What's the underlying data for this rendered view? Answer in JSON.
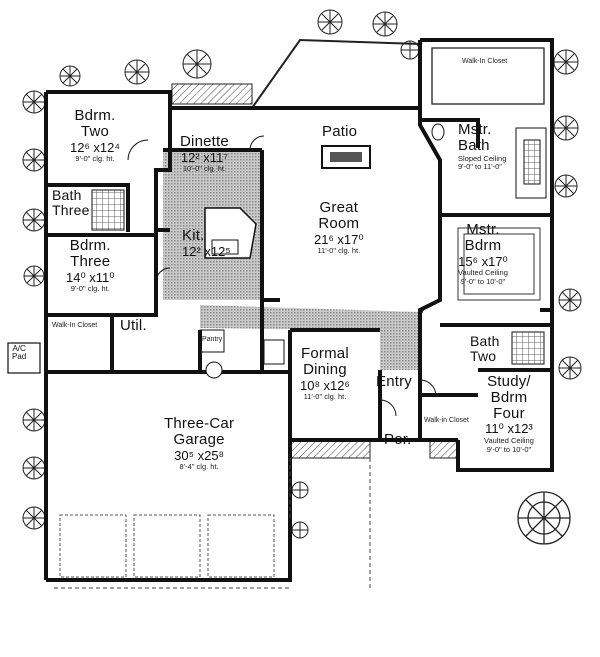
{
  "rooms": {
    "bdrm_two": {
      "name1": "Bdrm.",
      "name2": "Two",
      "dims": "12⁶ x12⁴",
      "ceiling": "9'-0\" clg. ht."
    },
    "dinette": {
      "name": "Dinette",
      "dims": "12² x11⁷",
      "ceiling": "10'-0\" clg. ht."
    },
    "patio": {
      "name": "Patio"
    },
    "walk_in_closet_master": {
      "name": "Walk-In Closet"
    },
    "mstr_bath": {
      "name1": "Mstr.",
      "name2": "Bath",
      "ceiling1": "Sloped Ceiling",
      "ceiling2": "9'-0\" to 11'-0\""
    },
    "bath_three": {
      "name1": "Bath",
      "name2": "Three"
    },
    "great_room": {
      "name1": "Great",
      "name2": "Room",
      "dims": "21⁶ x17⁰",
      "ceiling": "11'-0\" clg. ht."
    },
    "kit": {
      "name": "Kit.",
      "dims": "12² x12⁵"
    },
    "bdrm_three": {
      "name1": "Bdrm.",
      "name2": "Three",
      "dims": "14⁰ x11⁰",
      "ceiling": "9'-0\" clg. ht."
    },
    "mstr_bdrm": {
      "name1": "Mstr.",
      "name2": "Bdrm",
      "dims": "15⁶ x17⁰",
      "ceiling1": "Vaulted Ceiling",
      "ceiling2": "9'-0\" to 10'-0\""
    },
    "walk_in_closet_left": {
      "name": "Walk-In Closet"
    },
    "util": {
      "name": "Util."
    },
    "pantry": {
      "name": "Pantry"
    },
    "ac_pad": {
      "name1": "A/C",
      "name2": "Pad"
    },
    "formal_dining": {
      "name1": "Formal",
      "name2": "Dining",
      "dims": "10⁸ x12⁶",
      "ceiling": "11'-0\" clg. ht."
    },
    "bath_two": {
      "name1": "Bath",
      "name2": "Two"
    },
    "entry": {
      "name": "Entry"
    },
    "study": {
      "name1": "Study/",
      "name2": "Bdrm",
      "name3": "Four",
      "dims": "11⁰ x12³",
      "ceiling1": "Vaulted Ceiling",
      "ceiling2": "9'-0\" to 10'-0\""
    },
    "garage": {
      "name1": "Three-Car",
      "name2": "Garage",
      "dims": "30⁵ x25⁸",
      "ceiling": "8'-4\" clg. ht."
    },
    "walk_in_closet_study": {
      "name": "Walk-in Closet"
    },
    "porch": {
      "name": "Por."
    }
  },
  "colors": {
    "wall": "#1a1a1a",
    "tile": "#9c9c9c",
    "background": "#ffffff"
  }
}
